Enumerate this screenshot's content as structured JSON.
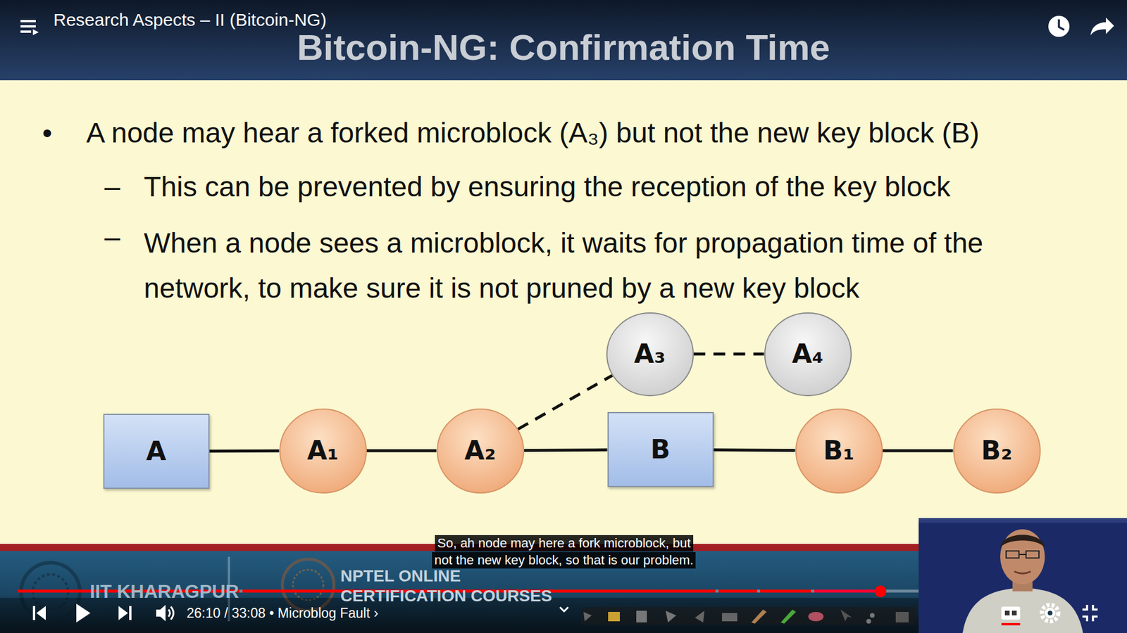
{
  "diagram": {
    "title": "Bitcoin-NG: Confirmation Time",
    "nodes": [
      {
        "text": [
          "A"
        ]
      },
      {
        "text": [
          "A₁"
        ]
      },
      {
        "text": [
          "A₂"
        ]
      },
      {
        "text": [
          "B"
        ]
      },
      {
        "text": [
          "B₁"
        ]
      },
      {
        "text": [
          "B₂"
        ]
      },
      {
        "text": [
          "A₃"
        ]
      },
      {
        "text": [
          "A₄"
        ]
      }
    ],
    "edges": [
      {
        "from": 0,
        "to": 1,
        "arrow": "none"
      },
      {
        "from": 1,
        "to": 2,
        "arrow": "none"
      },
      {
        "from": 2,
        "to": 3,
        "arrow": "none"
      },
      {
        "from": 3,
        "to": 4,
        "arrow": "none"
      },
      {
        "from": 4,
        "to": 5,
        "arrow": "none"
      },
      {
        "from": 2,
        "to": 6,
        "arrow": "none"
      },
      {
        "from": 6,
        "to": 7,
        "arrow": "none"
      }
    ],
    "labels": [
      "Research Aspects – II (Bitcoin-NG)",
      "•",
      "A node may hear a forked microblock (A₃) but not the new key block (B)",
      "–",
      "This can be prevented by ensuring the reception of the key block",
      "–",
      "When a node sees a microblock, it waits for propagation time of the network, to make sure it is not pruned by a new key block",
      "So, ah node may here a fork microblock, but",
      "not the new key block, so that is our problem.",
      "IIT KHARAGPUR",
      "NPTEL ONLINE",
      "CERTIFICATION COURSES",
      "26:10 / 33:08 • Microblog Fault ›"
    ]
  }
}
